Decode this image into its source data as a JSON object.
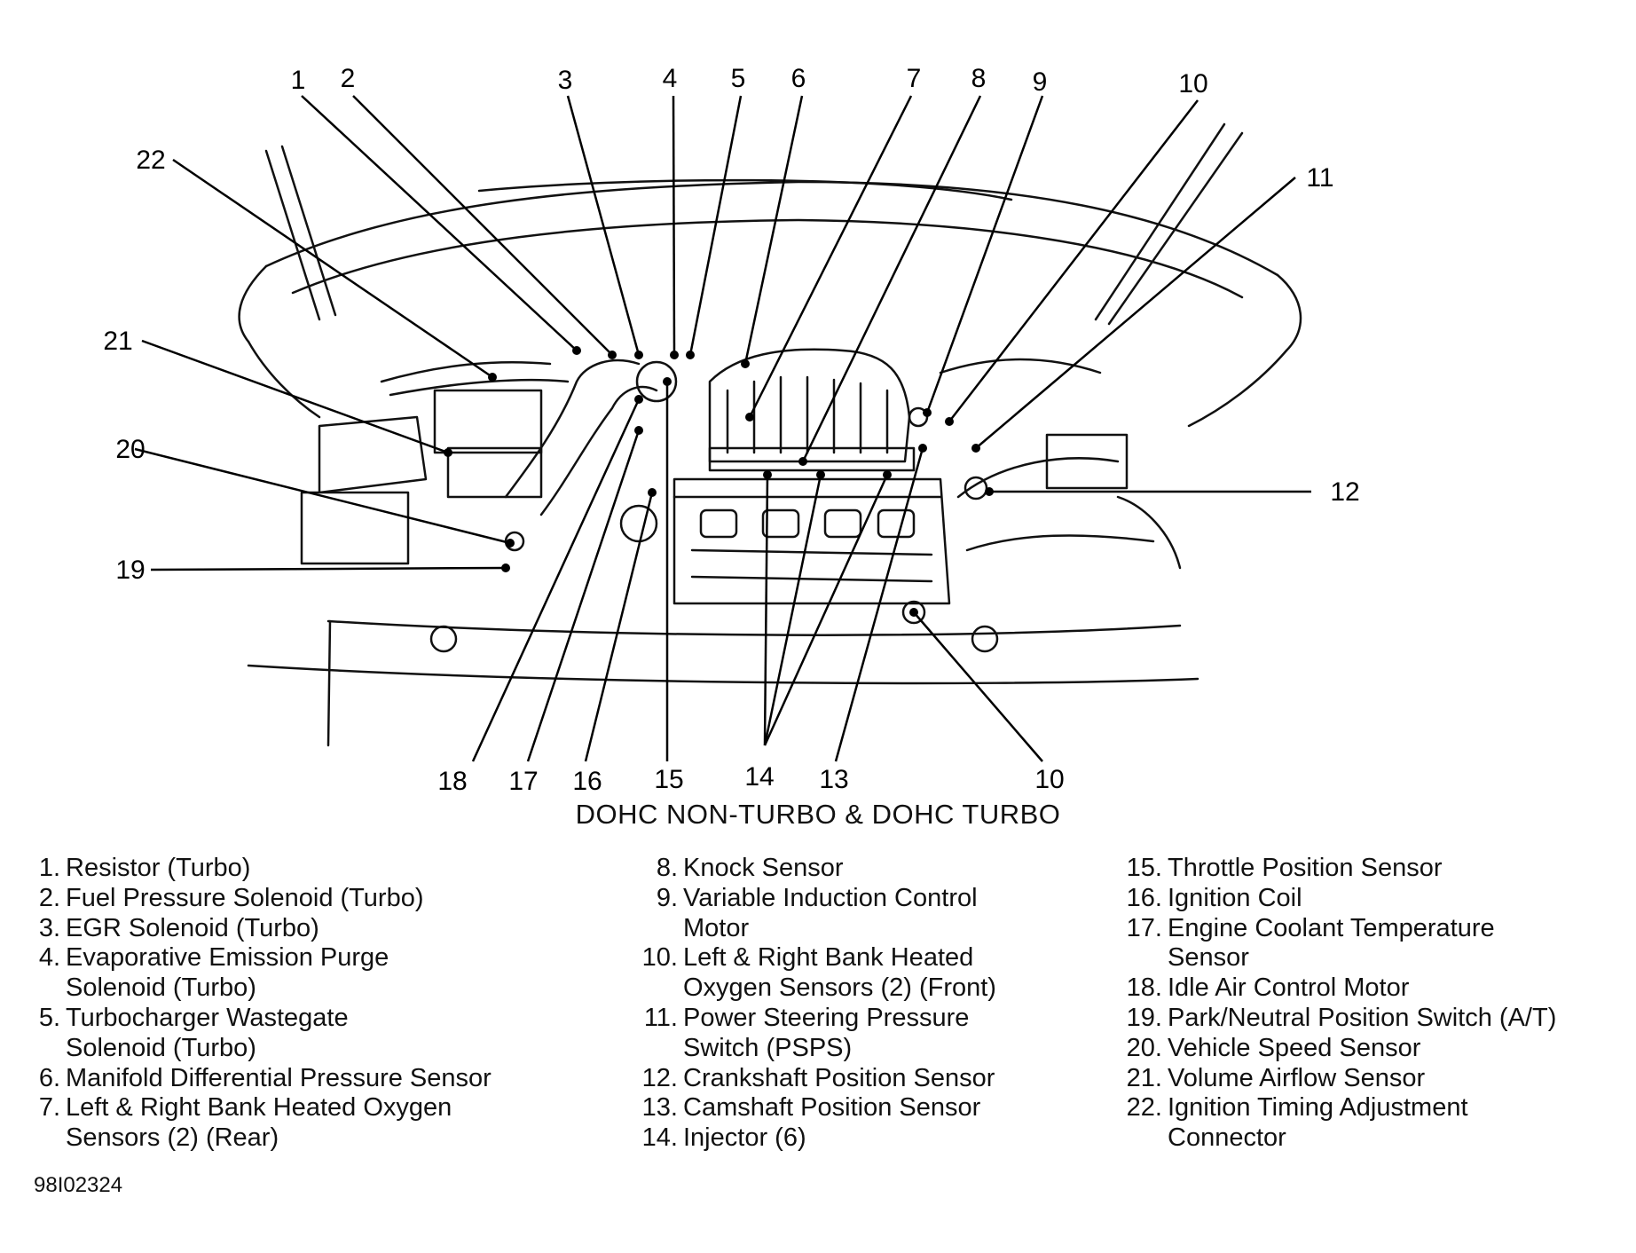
{
  "caption": "DOHC NON-TURBO & DOHC TURBO",
  "reference_code": "98I02324",
  "callouts": [
    "1",
    "2",
    "3",
    "4",
    "5",
    "6",
    "7",
    "8",
    "9",
    "10",
    "11",
    "22",
    "21",
    "20",
    "19",
    "12",
    "18",
    "17",
    "16",
    "15",
    "14",
    "13",
    "10"
  ],
  "legend": {
    "column1": [
      {
        "num": "1.",
        "lines": [
          "Resistor (Turbo)"
        ]
      },
      {
        "num": "2.",
        "lines": [
          "Fuel Pressure Solenoid (Turbo)"
        ]
      },
      {
        "num": "3.",
        "lines": [
          "EGR Solenoid (Turbo)"
        ]
      },
      {
        "num": "4.",
        "lines": [
          "Evaporative Emission Purge",
          "Solenoid (Turbo)"
        ]
      },
      {
        "num": "5.",
        "lines": [
          "Turbocharger Wastegate",
          "Solenoid (Turbo)"
        ]
      },
      {
        "num": "6.",
        "lines": [
          "Manifold Differential Pressure Sensor"
        ]
      },
      {
        "num": "7.",
        "lines": [
          "Left & Right Bank Heated Oxygen",
          "Sensors (2) (Rear)"
        ]
      }
    ],
    "column2": [
      {
        "num": "8.",
        "lines": [
          "Knock Sensor"
        ]
      },
      {
        "num": "9.",
        "lines": [
          "Variable Induction Control",
          "Motor"
        ]
      },
      {
        "num": "10.",
        "lines": [
          "Left & Right Bank Heated",
          "Oxygen Sensors (2) (Front)"
        ]
      },
      {
        "num": "11.",
        "lines": [
          "Power Steering Pressure",
          "Switch (PSPS)"
        ]
      },
      {
        "num": "12.",
        "lines": [
          "Crankshaft Position Sensor"
        ]
      },
      {
        "num": "13.",
        "lines": [
          "Camshaft Position Sensor"
        ]
      },
      {
        "num": "14.",
        "lines": [
          "Injector (6)"
        ]
      }
    ],
    "column3": [
      {
        "num": "15.",
        "lines": [
          "Throttle Position Sensor"
        ]
      },
      {
        "num": "16.",
        "lines": [
          "Ignition Coil"
        ]
      },
      {
        "num": "17.",
        "lines": [
          "Engine Coolant Temperature",
          "Sensor"
        ]
      },
      {
        "num": "18.",
        "lines": [
          "Idle Air Control Motor"
        ]
      },
      {
        "num": "19.",
        "lines": [
          "Park/Neutral Position Switch (A/T)"
        ]
      },
      {
        "num": "20.",
        "lines": [
          "Vehicle Speed Sensor"
        ]
      },
      {
        "num": "21.",
        "lines": [
          "Volume Airflow Sensor"
        ]
      },
      {
        "num": "22.",
        "lines": [
          "Ignition Timing Adjustment",
          "Connector"
        ]
      }
    ]
  }
}
